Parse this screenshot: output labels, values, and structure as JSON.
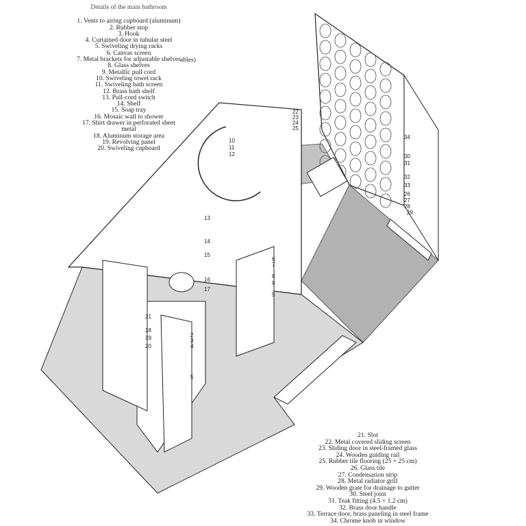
{
  "title": "Details of the main bathroom",
  "legend_top": [
    "1. Vents to airing cupboard (aluminum)",
    "2. Rubber stop",
    "3. Hook",
    "4. Curtained door in tubular steel",
    "5. Swiveling drying racks",
    "6. Canvas screen",
    "7. Metal brackets for adjustable shelves",
    "8. Glass shelves",
    "9. Metallic pull cord",
    "10. Swiveling towel rack",
    "11. Swiveling bath screen",
    "12. Brass bath shelf",
    "13. Pull-cord switch",
    "14. Shelf",
    "15. Soap tray",
    "16. Mosaic wall to shower",
    "17. Shirt drawer in perforated sheet",
    "metal",
    "18. Aluminum storage area",
    "19. Revolving panel",
    "20. Swiveling cupboard"
  ],
  "stray_text": "ables)",
  "legend_bottom": [
    "21. Slot",
    "22. Metal covered sliding screen",
    "23. Sliding door in steel-framed glass",
    "24. Wooden guiding rail",
    "25. Rubber tile flooring (25 × 25 cm)",
    "26. Glass tile",
    "27. Condensation strip",
    "28. Metal radiator grill",
    "29. Wooden grate for drainage to gutter",
    "30. Steel joint",
    "31. Teak fitting (4.5 × 1.2 cm)",
    "32. Brass door handle",
    "33. Terrace door, brass paneling in steel frame",
    "34. Chrome knob in window"
  ],
  "callouts": {
    "c22": "22",
    "c23": "23",
    "c24": "24",
    "c25": "25",
    "c10": "10",
    "c11": "11",
    "c12": "12",
    "c13": "13",
    "c14": "14",
    "c15": "15",
    "c16": "16",
    "c17": "17",
    "c6": "6",
    "c7": "7",
    "c8": "8",
    "c9": "9",
    "c5a": "5",
    "c21": "21",
    "c18": "18",
    "c19": "19",
    "c20": "20",
    "c2": "2",
    "c3": "3",
    "c4": "4",
    "c5b": "5",
    "c34": "34",
    "c30": "30",
    "c31": "31",
    "c32": "32",
    "c33": "33",
    "c26": "26",
    "c27": "27",
    "c28": "28",
    "c29": "29"
  },
  "colors": {
    "floor_gray": "#d6d6d6",
    "line": "#222222",
    "paper": "#ffffff"
  }
}
